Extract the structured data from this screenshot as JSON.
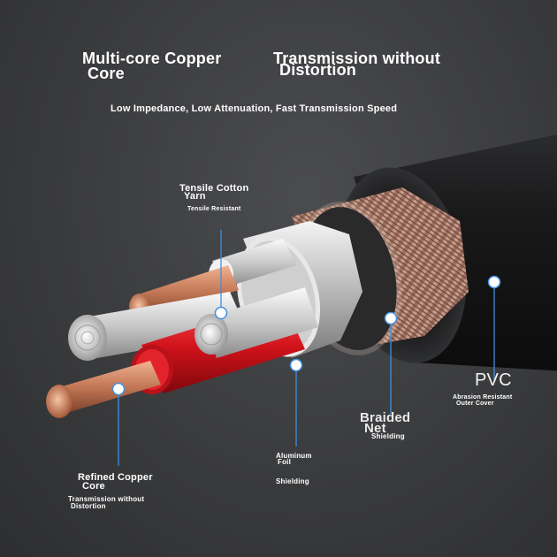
{
  "headline": {
    "left_line1": "Multi-core Copper",
    "left_line2": "Core",
    "right_line1": "Transmission without",
    "right_line2": "Distortion"
  },
  "subtitle": "Low Impedance, Low Attenuation, Fast Transmission Speed",
  "callouts": {
    "tensile": {
      "line1": "Tensile Cotton",
      "line2": "Yarn",
      "detail": "Tensile Resistant"
    },
    "copper": {
      "line1": "Refined Copper",
      "line2": "Core",
      "detail_line1": "Transmission without",
      "detail_line2": "Distortion"
    },
    "foil": {
      "line1": "Aluminum",
      "line2": "Foil",
      "detail": "Shielding"
    },
    "braid": {
      "line1": "Braided",
      "line2": "Net",
      "detail": "Shielding"
    },
    "pvc": {
      "title": "PVC",
      "detail_line1": "Abrasion Resistant",
      "detail_line2": "Outer Cover"
    }
  },
  "colors": {
    "background": "#3a3b3d",
    "jacket": "#151617",
    "braid": "#b98f7f",
    "foil": "#d8d8d8",
    "red_insulation": "#c8141c",
    "copper": "#c9825f",
    "leader_line": "#3f8fe0"
  }
}
